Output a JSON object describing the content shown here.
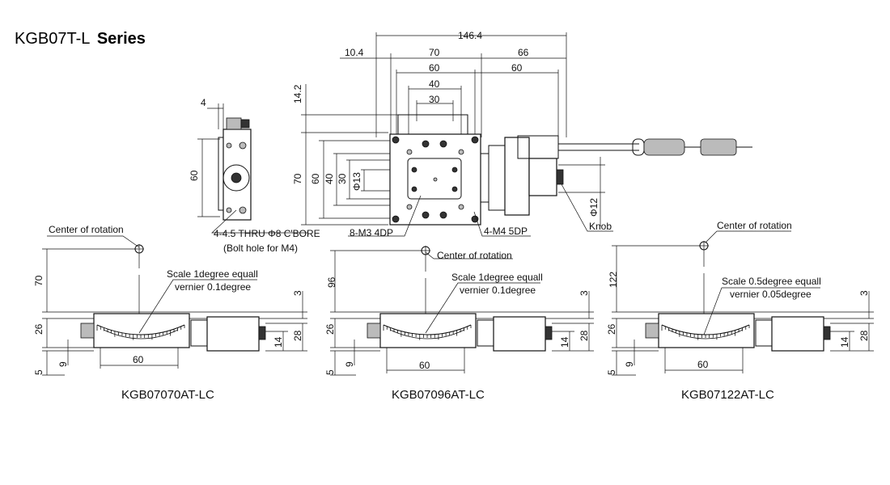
{
  "title": {
    "model": "KGB07T-L",
    "series": "Series"
  },
  "top_view": {
    "dims": {
      "overall": "146.4",
      "offset": "10.4",
      "w70": "70",
      "w66": "66",
      "w60a": "60",
      "w60b": "60",
      "w40": "40",
      "w30": "30",
      "h14_2": "14.2",
      "h70": "70",
      "h60": "60",
      "h40": "40",
      "h30": "30",
      "phi13": "Φ13",
      "phi12": "Φ12"
    },
    "labels": {
      "m3": "8-M3 4DP",
      "m4": "4-M4 5DP",
      "knob": "Knob"
    }
  },
  "side_view": {
    "dims": {
      "w4": "4",
      "h60": "60"
    },
    "labels": {
      "thru": "4-4.5 THRU Φ8 C'BORE",
      "bolt": "(Bolt hole for M4)"
    }
  },
  "models": [
    {
      "caption": "KGB07070AT-LC",
      "rotation_label": "Center of rotation",
      "scale_line1": "Scale 1degree equall",
      "scale_line2": "vernier 0.1degree",
      "dims": {
        "radius": "70",
        "d3": "3",
        "d26": "26",
        "d28": "28",
        "d14": "14",
        "d9": "9",
        "d5": "5",
        "d60": "60"
      }
    },
    {
      "caption": "KGB07096AT-LC",
      "rotation_label": "Center of rotation",
      "scale_line1": "Scale 1degree equall",
      "scale_line2": "vernier 0.1degree",
      "dims": {
        "radius": "96",
        "d3": "3",
        "d26": "26",
        "d28": "28",
        "d14": "14",
        "d9": "9",
        "d5": "5",
        "d60": "60"
      }
    },
    {
      "caption": "KGB07122AT-LC",
      "rotation_label": "Center of rotation",
      "scale_line1": "Scale 0.5degree equall",
      "scale_line2": "vernier 0.05degree",
      "dims": {
        "radius": "122",
        "d3": "3",
        "d26": "26",
        "d28": "28",
        "d14": "14",
        "d9": "9",
        "d5": "5",
        "d60": "60"
      }
    }
  ]
}
